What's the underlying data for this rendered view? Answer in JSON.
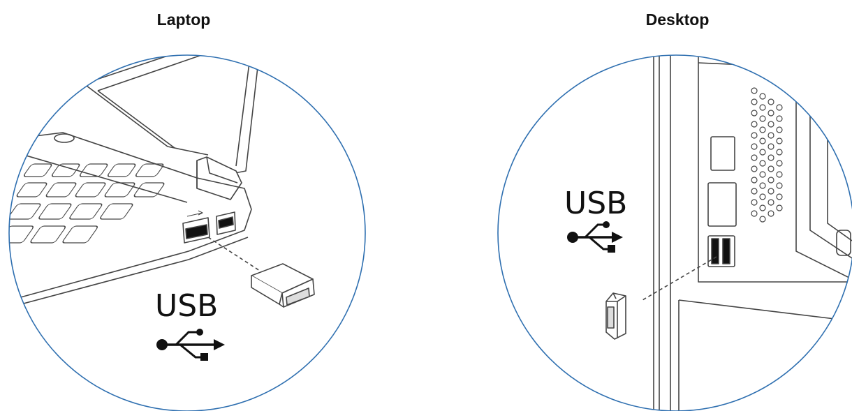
{
  "panels": [
    {
      "title": "Laptop",
      "usb_label": "USB",
      "icon": "usb-icon",
      "illustration": "laptop-usb-receiver"
    },
    {
      "title": "Desktop",
      "usb_label": "USB",
      "icon": "usb-icon",
      "illustration": "desktop-usb-receiver"
    }
  ],
  "colors": {
    "circle_stroke": "#2e6fb0",
    "line_art": "#333333"
  }
}
